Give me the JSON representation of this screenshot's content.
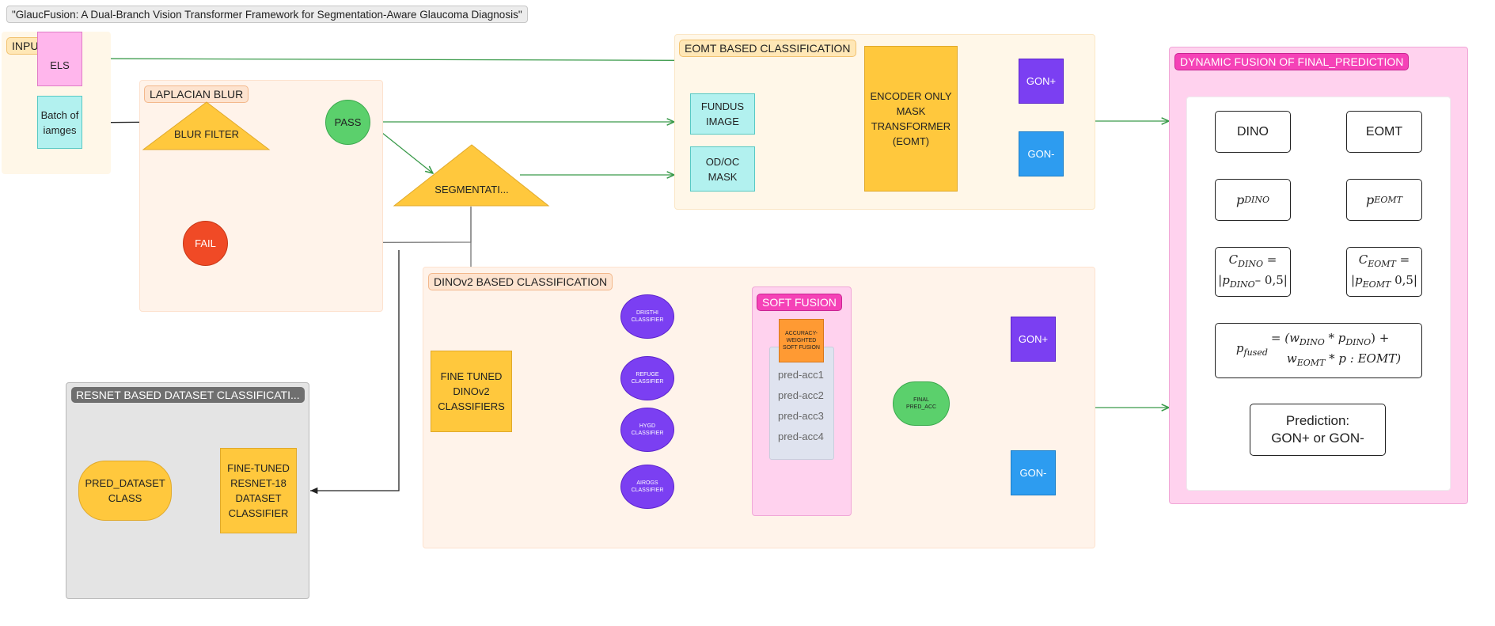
{
  "title": "\"GlaucFusion: A Dual-Branch Vision Transformer Framework for Segmentation-Aware Glaucoma Diagnosis\"",
  "frames": {
    "input_data": "INPUT DATA",
    "laplacian_blur": "LAPLACIAN BLUR",
    "eomt_classification": "EOMT BASED CLASSIFICATION",
    "dinov2_classification": "DINOv2 BASED CLASSIFICATION",
    "soft_fusion": "SOFT FUSION",
    "resnet_classification": "RESNET BASED DATASET CLASSIFICATI...",
    "dynamic_fusion": "DYNAMIC FUSION OF FINAL_PREDICTION"
  },
  "input": {
    "els_label": "ELS",
    "batch_label": "Batch of iamges"
  },
  "blur": {
    "filter_label": "BLUR FILTER",
    "pass_label": "PASS",
    "fail_label": "FAIL",
    "segmentation_label": "SEGMENTATI..."
  },
  "eomt": {
    "fundus_label": "FUNDUS IMAGE",
    "odoc_label": "OD/OC MASK",
    "encoder_label": "ENCODER ONLY MASK TRANSFORMER (EOMT)",
    "gon_pos": "GON+",
    "gon_neg": "GON-"
  },
  "dino": {
    "finetuned_label": "FINE TUNED DINOv2 CLASSIFIERS",
    "classifiers": [
      "DRISTHI CLASSIFIER",
      "REFUGE CLASSIFIER",
      "HYGD CLASSIFIER",
      "AIROGS CLASSIFIER"
    ],
    "weighted_label": "ACCURACY-WEIGHTED SOFT FUSION",
    "pred_accs": [
      "pred-acc1",
      "pred-acc2",
      "pred-acc3",
      "pred-acc4"
    ],
    "final_label": "FINAL PRED_ACC",
    "gon_pos": "GON+",
    "gon_neg": "GON-"
  },
  "resnet": {
    "pred_dataset_label": "PRED_DATASET CLASS",
    "resnet_label": "FINE-TUNED RESNET-18 DATASET CLASSIFIER"
  },
  "fusion": {
    "dino_label": "DINO",
    "eomt_label": "EOMT",
    "p_dino": "p",
    "p_dino_sub": "DINO",
    "p_eomt": "p",
    "p_eomt_sub": "EOMT",
    "c_dino_line1": "C",
    "c_dino_sub": "DINO",
    "c_dino_eq": " =",
    "c_dino_line2": "|p",
    "c_dino_line2_sub": "DINO",
    "c_dino_line2_rest": "– 0,5|",
    "c_eomt_line1": "C",
    "c_eomt_sub": "EOMT",
    "c_eomt_eq": " =",
    "c_eomt_line2": "|p",
    "c_eomt_line2_sub": "EOMT",
    "c_eomt_line2_rest": " 0,5|",
    "fused_lhs": "p",
    "fused_lhs_sub": "fused",
    "fused_top": "= (w",
    "fused_top_sub1": "DINO",
    "fused_top_mid": " * p",
    "fused_top_sub2": "DINO",
    "fused_top_end": ") +",
    "fused_bottom": "w",
    "fused_bottom_sub": "EOMT",
    "fused_bottom_end": " * p : EOMT)",
    "prediction_label": "Prediction: GON+ or GON-"
  }
}
